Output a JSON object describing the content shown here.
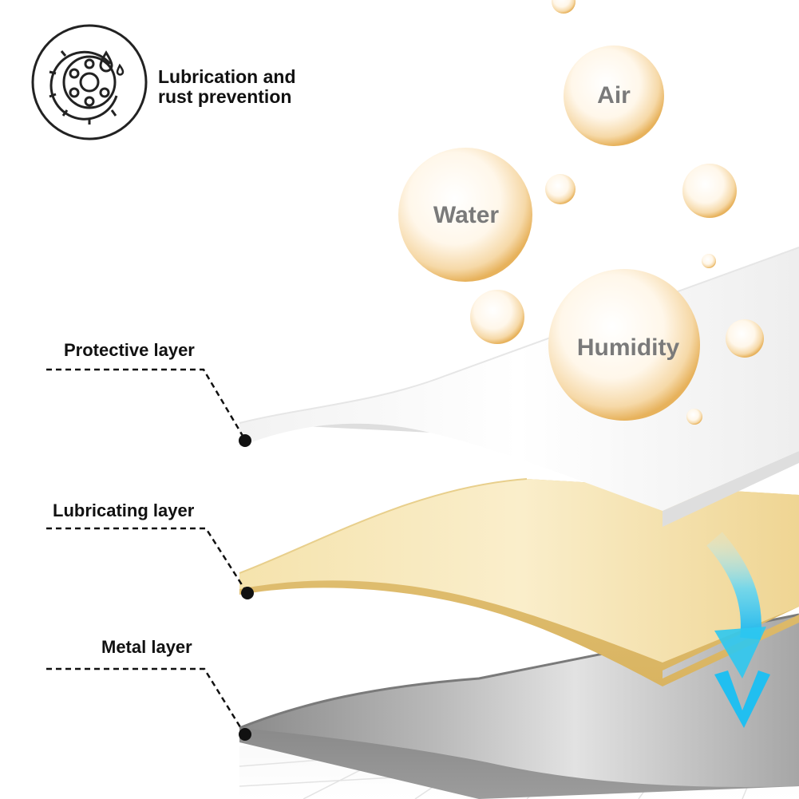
{
  "feature": {
    "icon": "gear-droplet-icon",
    "title_line1": "Lubrication and",
    "title_line2": "rust prevention"
  },
  "layers": {
    "protective": "Protective layer",
    "lubricating": "Lubricating layer",
    "metal": "Metal layer"
  },
  "bubbles": {
    "air": "Air",
    "water": "Water",
    "humidity": "Humidity"
  },
  "colors": {
    "protective_layer": "#f4f4f4",
    "lubricating_layer": "#f2dfa6",
    "metal_layer": "#9a9a9a",
    "bubble_rim": "#e8b860",
    "arrow": "#2ec8f0"
  }
}
